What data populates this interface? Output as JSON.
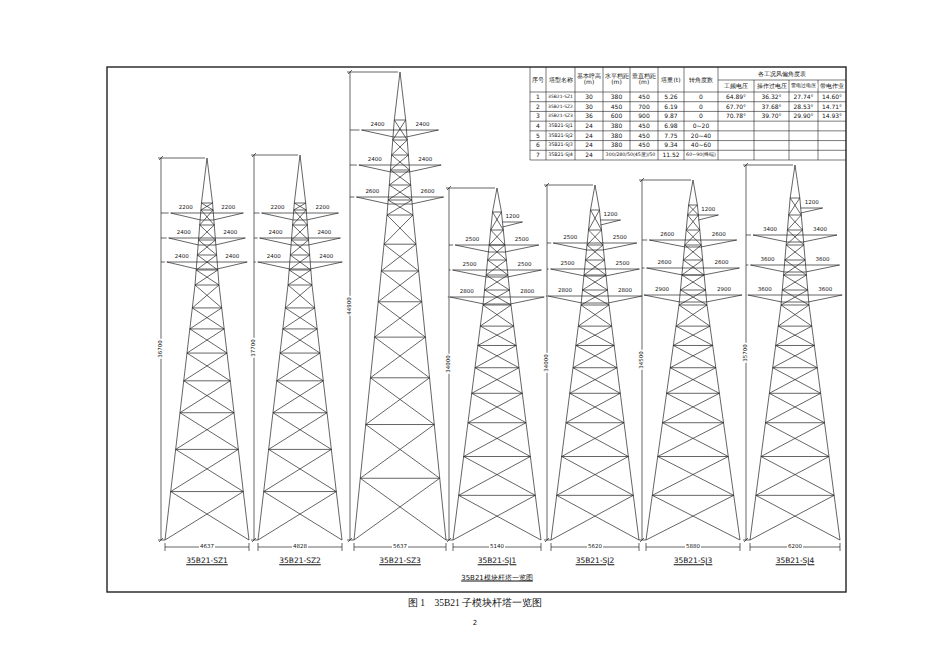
{
  "diagram": {
    "caption": "图 1    35B21 子模块杆塔一览图",
    "labels": [
      "序号",
      "塔型名称",
      "基本呼高(m)",
      "水平档距(m)",
      "垂直档距(m)",
      "塔重(t)",
      "转角度数",
      "各工况风偏角度表",
      "工频电压",
      "操作过电压",
      "雷电过电压",
      "带电作业",
      "1",
      "35B21-SZ1",
      "30",
      "380",
      "450",
      "5.26",
      "0",
      "64.89°",
      "36.32°",
      "27.74°",
      "14.60°",
      "2",
      "35B21-SZ2",
      "30",
      "450",
      "700",
      "6.19",
      "0",
      "67.70°",
      "37.68°",
      "28.53°",
      "14.71°",
      "3",
      "35B21-SZ3",
      "36",
      "600",
      "900",
      "9.87",
      "0",
      "70.78°",
      "39.70°",
      "29.90°",
      "14.93°",
      "4",
      "35B21-SJ1",
      "24",
      "380",
      "450",
      "6.98",
      "0~20",
      "5",
      "35B21-SJ2",
      "24",
      "380",
      "450",
      "7.75",
      "20~40",
      "6",
      "35B21-SJ3",
      "24",
      "380",
      "450",
      "9.34",
      "40~60",
      "7",
      "35B21-SJ4",
      "24",
      "300/280/50(45度)/50",
      "11.52",
      "60~90(终端)",
      "35B21-SZ1",
      "4637",
      "36700",
      "2200",
      "2200",
      "2400",
      "2400",
      "2400",
      "2400",
      "35B21-SZ2",
      "4828",
      "37700",
      "2200",
      "2200",
      "2400",
      "2400",
      "2400",
      "2400",
      "35B21-SZ3",
      "5637",
      "44900",
      "2400",
      "2400",
      "2400",
      "2400",
      "2600",
      "2600",
      "35B21-SJ1",
      "5140",
      "34000",
      "1200",
      "2500",
      "2500",
      "2500",
      "2500",
      "2800",
      "2800",
      "35B21-SJ2",
      "5620",
      "34000",
      "1200",
      "2500",
      "2500",
      "2500",
      "2500",
      "2800",
      "2800",
      "35B21-SJ3",
      "5880",
      "34500",
      "1200",
      "2600",
      "2600",
      "2600",
      "2600",
      "2900",
      "2900",
      "35B21-SJ4",
      "6200",
      "35700",
      "1200",
      "3400",
      "3400",
      "3600",
      "3600",
      "3600",
      "3600",
      "35B21模块杆塔一览图",
      "2"
    ]
  }
}
